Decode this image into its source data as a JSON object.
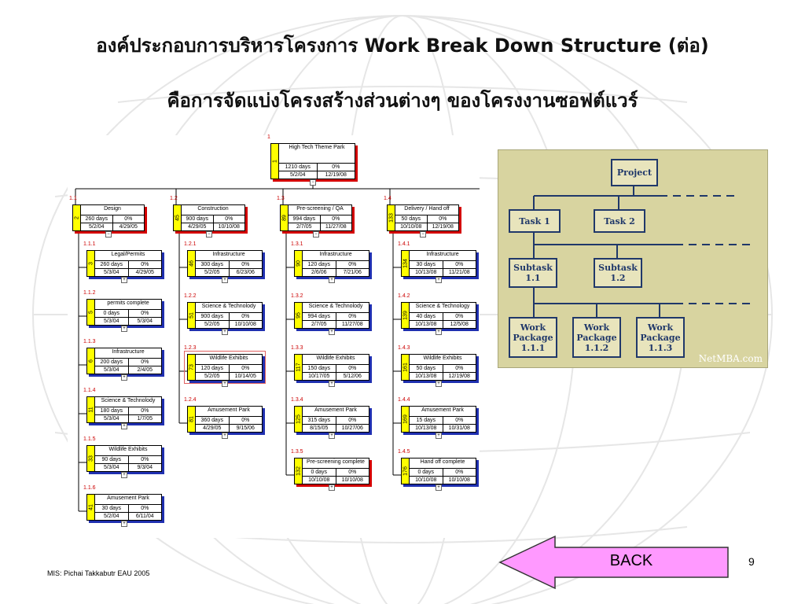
{
  "slide": {
    "title": "องค์ประกอบการบริหารโครงการ  Work Break Down Structure (ต่อ)",
    "subtitle": "คือการจัดแบ่งโครงสร้างส่วนต่างๆ ของโครงงานซอฟต์แวร์",
    "footer": "MIS:  Pichai Takkabutr EAU 2005",
    "page_number": "9",
    "back_label": "BACK",
    "colors": {
      "shade_blue": "#1f2fb0",
      "shade_red": "#d40000",
      "box_yellow": "#ffff00",
      "panel": "#d8d4a0",
      "back_arrow": "#ff99ff"
    }
  },
  "wbs": {
    "root": {
      "code": "1",
      "id": "1",
      "name": "High Tech Theme Park",
      "days": "1210 days",
      "pct": "0%",
      "start": "5/2/04",
      "end": "12/19/08"
    },
    "level1": [
      {
        "code": "1.1",
        "id": "2",
        "name": "Design",
        "days": "260 days",
        "pct": "0%",
        "start": "5/2/04",
        "end": "4/29/05"
      },
      {
        "code": "1.2",
        "id": "45",
        "name": "Construction",
        "days": "900 days",
        "pct": "0%",
        "start": "4/29/05",
        "end": "10/10/08"
      },
      {
        "code": "1.3",
        "id": "89",
        "name": "Pre-screening / QA",
        "days": "994 days",
        "pct": "0%",
        "start": "2/7/05",
        "end": "11/27/08"
      },
      {
        "code": "1.4",
        "id": "133",
        "name": "Delivery / Hand off",
        "days": "50 days",
        "pct": "0%",
        "start": "10/10/08",
        "end": "12/19/08"
      }
    ],
    "col1": [
      {
        "code": "1.1.1",
        "id": "3",
        "name": "Legal/Permits",
        "days": "260 days",
        "pct": "0%",
        "start": "5/3/04",
        "end": "4/29/05"
      },
      {
        "code": "1.1.2",
        "id": "5",
        "name": "permits complete",
        "days": "0 days",
        "pct": "0%",
        "start": "5/3/04",
        "end": "5/3/04"
      },
      {
        "code": "1.1.3",
        "id": "6",
        "name": "Infrastructure",
        "days": "200 days",
        "pct": "0%",
        "start": "5/3/04",
        "end": "2/4/05"
      },
      {
        "code": "1.1.4",
        "id": "11",
        "name": "Science & Technolody",
        "days": "180 days",
        "pct": "0%",
        "start": "5/3/04",
        "end": "1/7/05"
      },
      {
        "code": "1.1.5",
        "id": "33",
        "name": "Wildlife Exhibits",
        "days": "90 days",
        "pct": "0%",
        "start": "5/3/04",
        "end": "9/3/04"
      },
      {
        "code": "1.1.6",
        "id": "41",
        "name": "Amusement Park",
        "days": "30 days",
        "pct": "0%",
        "start": "5/2/04",
        "end": "6/11/04"
      }
    ],
    "col2": [
      {
        "code": "1.2.1",
        "id": "46",
        "name": "Infrastructure",
        "days": "300 days",
        "pct": "0%",
        "start": "5/2/05",
        "end": "6/23/06"
      },
      {
        "code": "1.2.2",
        "id": "51",
        "name": "Science & Technolody",
        "days": "900 days",
        "pct": "0%",
        "start": "5/2/05",
        "end": "10/10/08"
      },
      {
        "code": "1.2.3",
        "id": "73",
        "name": "Wildlife Exhibits",
        "days": "120 days",
        "pct": "0%",
        "start": "5/2/05",
        "end": "10/14/05"
      },
      {
        "code": "1.2.4",
        "id": "81",
        "name": "Amusement Park",
        "days": "360 days",
        "pct": "0%",
        "start": "4/29/05",
        "end": "9/15/06"
      }
    ],
    "col3": [
      {
        "code": "1.3.1",
        "id": "90",
        "name": "Infrastructure",
        "days": "120 days",
        "pct": "0%",
        "start": "2/6/06",
        "end": "7/21/06"
      },
      {
        "code": "1.3.2",
        "id": "95",
        "name": "Science & Technolody",
        "days": "994 days",
        "pct": "0%",
        "start": "2/7/05",
        "end": "11/27/08"
      },
      {
        "code": "1.3.3",
        "id": "117",
        "name": "Wildlife Exhibits",
        "days": "150 days",
        "pct": "0%",
        "start": "10/17/05",
        "end": "5/12/06"
      },
      {
        "code": "1.3.4",
        "id": "125",
        "name": "Amusement Park",
        "days": "315 days",
        "pct": "0%",
        "start": "8/15/05",
        "end": "10/27/06"
      },
      {
        "code": "1.3.5",
        "id": "132",
        "name": "Pre-screening complete",
        "days": "0 days",
        "pct": "0%",
        "start": "10/10/08",
        "end": "10/10/08"
      }
    ],
    "col4": [
      {
        "code": "1.4.1",
        "id": "134",
        "name": "Infrastructure",
        "days": "30 days",
        "pct": "0%",
        "start": "10/13/08",
        "end": "11/21/08"
      },
      {
        "code": "1.4.2",
        "id": "139",
        "name": "Science & Technology",
        "days": "40 days",
        "pct": "0%",
        "start": "10/13/08",
        "end": "12/5/08"
      },
      {
        "code": "1.4.3",
        "id": "161",
        "name": "Wildlife Exhibits",
        "days": "50 days",
        "pct": "0%",
        "start": "10/13/08",
        "end": "12/19/08"
      },
      {
        "code": "1.4.4",
        "id": "169",
        "name": "Amusement Park",
        "days": "15 days",
        "pct": "0%",
        "start": "10/13/08",
        "end": "10/31/08"
      },
      {
        "code": "1.4.5",
        "id": "176",
        "name": "Hand off complete",
        "days": "0 days",
        "pct": "0%",
        "start": "10/10/08",
        "end": "10/10/08"
      }
    ]
  },
  "netmba": {
    "project": "Project",
    "task1": "Task 1",
    "task2": "Task 2",
    "subtask1": "Subtask 1.1",
    "subtask2": "Subtask 1.2",
    "wp1": "Work Package 1.1.1",
    "wp2": "Work Package 1.1.2",
    "wp3": "Work Package 1.1.3",
    "logo": "NetMBA.com"
  }
}
